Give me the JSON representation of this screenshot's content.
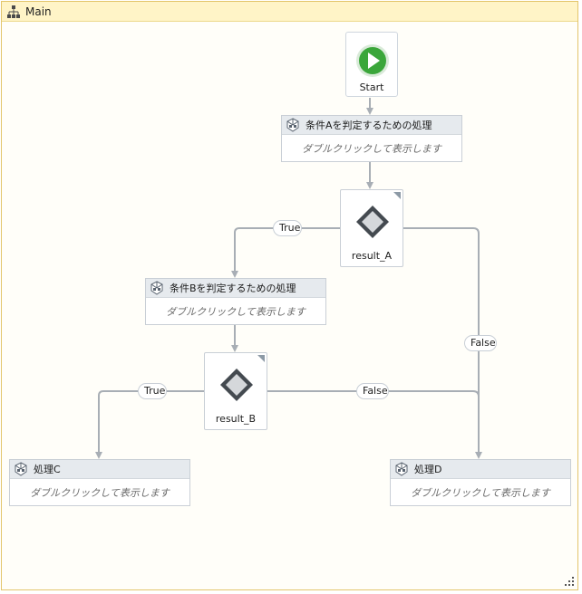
{
  "workflow": {
    "title": "Main"
  },
  "start": {
    "label": "Start"
  },
  "activities": [
    {
      "name": "条件Aを判定するための処理",
      "hint": "ダブルクリックして表示します"
    },
    {
      "name": "条件Bを判定するための処理",
      "hint": "ダブルクリックして表示します"
    },
    {
      "name": "処理C",
      "hint": "ダブルクリックして表示します"
    },
    {
      "name": "処理D",
      "hint": "ダブルクリックして表示します"
    }
  ],
  "decisions": [
    {
      "label": "result_A"
    },
    {
      "label": "result_B"
    }
  ],
  "connector_labels": {
    "a_true": "True",
    "a_false": "False",
    "b_true": "True",
    "b_false": "False"
  },
  "icons": {
    "title": "flowchart-icon",
    "start": "play-icon",
    "activity": "sequence-icon",
    "decision": "decision-diamond-icon"
  },
  "colors": {
    "start_green": "#3aa63a",
    "frame_border": "#e3c56b",
    "title_bg": "#fff4c7",
    "connector": "#a8aeb5"
  }
}
